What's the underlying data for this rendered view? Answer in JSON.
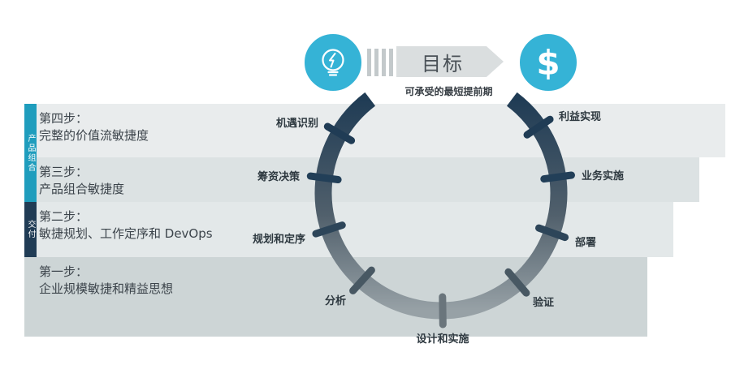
{
  "colors": {
    "teal": "#35b3d6",
    "navy": "#203c55",
    "arc_top": "#203c55",
    "arc_bottom": "#97a1a6",
    "banner_gray": "#dadedf",
    "band_grays": [
      "#e9eced",
      "#dce2e3",
      "#e3e8e9",
      "#cdd5d6"
    ],
    "tab_teal": "#1f9dbd",
    "tab_navy": "#203c55"
  },
  "header": {
    "goal_label": "目标",
    "lead_time_label": "可承受的最短提前期",
    "dollar_symbol": "$"
  },
  "steps": [
    {
      "title": "第四步：",
      "desc": "完整的价值流敏捷度"
    },
    {
      "title": "第三步：",
      "desc": "产品组合敏捷度"
    },
    {
      "title": "第二步：",
      "desc": "敏捷规划、工作定序和 DevOps"
    },
    {
      "title": "第一步：",
      "desc": "企业规模敏捷和精益思想"
    }
  ],
  "side_tabs": [
    {
      "label": "产品组合"
    },
    {
      "label": "交付"
    }
  ],
  "phases": [
    {
      "label": "机遇识别"
    },
    {
      "label": "筹资决策"
    },
    {
      "label": "规划和定序"
    },
    {
      "label": "分析"
    },
    {
      "label": "设计和实施"
    },
    {
      "label": "验证"
    },
    {
      "label": "部署"
    },
    {
      "label": "业务实施"
    },
    {
      "label": "利益实现"
    }
  ]
}
